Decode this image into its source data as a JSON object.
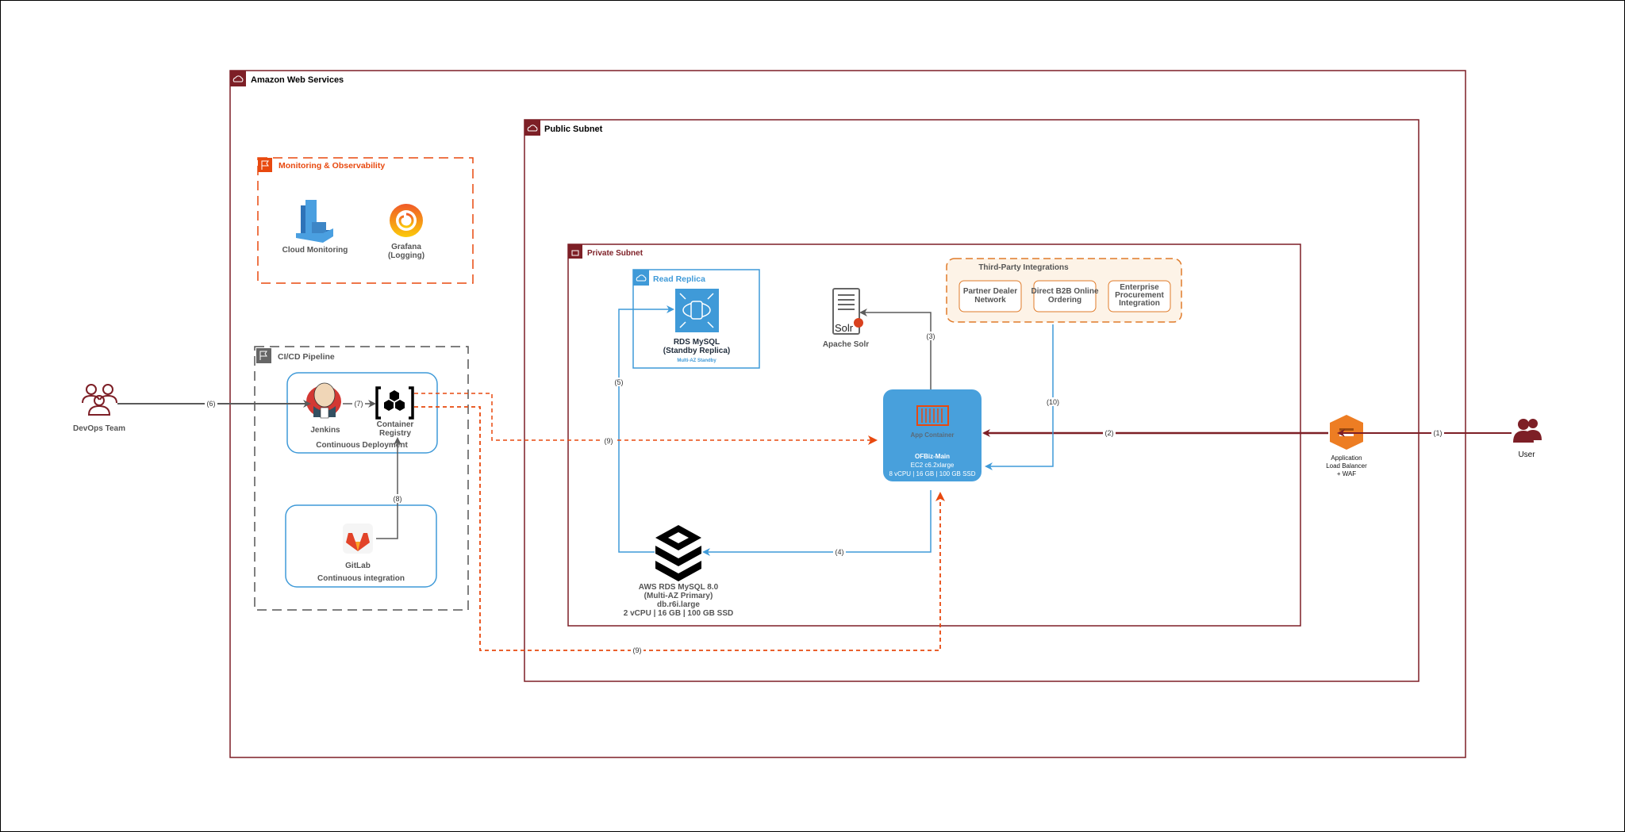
{
  "colors": {
    "aws": "#7d1f26",
    "accent_orange": "#e8490f",
    "blue": "#3f9ad8",
    "gray": "#5a5a5a",
    "third_party_fill": "#fdf3e7",
    "third_party_border": "#e07b2a"
  },
  "groups": {
    "aws": "Amazon Web Services",
    "public_subnet": "Public Subnet",
    "private_subnet": "Private Subnet",
    "monitoring": "Monitoring & Observability",
    "cicd": "CI/CD Pipeline",
    "read_replica": "Read Replica",
    "third_party": "Third-Party Integrations",
    "continuous_deployment": "Continuous Deployment",
    "continuous_integration": "Continuous integration"
  },
  "nodes": {
    "cloud_monitoring": "Cloud Monitoring",
    "grafana": [
      "Grafana",
      "(Logging)"
    ],
    "devops": "DevOps Team",
    "jenkins": "Jenkins",
    "registry": [
      "Container",
      "Registry"
    ],
    "gitlab": "GitLab",
    "rds_replica": [
      "RDS MySQL",
      "(Standby Replica)",
      "Multi-AZ Standby"
    ],
    "solr": "Apache Solr",
    "partners": [
      [
        "Partner Dealer",
        "Network"
      ],
      [
        "Direct B2B Online",
        "Ordering"
      ],
      [
        "Enterprise",
        "Procurement",
        "Integration"
      ]
    ],
    "app": [
      "App Container",
      "OFBiz-Main",
      "EC2 c6.2xlarge",
      "8 vCPU | 16 GB | 100 GB SSD"
    ],
    "rds_primary": [
      "AWS RDS MySQL 8.0",
      "(Multi-AZ Primary)",
      "db.r6i.large",
      "2 vCPU | 16 GB | 100 GB SSD"
    ],
    "alb": [
      "Application",
      "Load Balancer",
      "+ WAF"
    ],
    "user": "User"
  },
  "steps": {
    "s1": "(1)",
    "s2": "(2)",
    "s3": "(3)",
    "s4": "(4)",
    "s5": "(5)",
    "s6": "(6)",
    "s7": "(7)",
    "s8": "(8)",
    "s9a": "(9)",
    "s9b": "(9)",
    "s10": "(10)"
  }
}
